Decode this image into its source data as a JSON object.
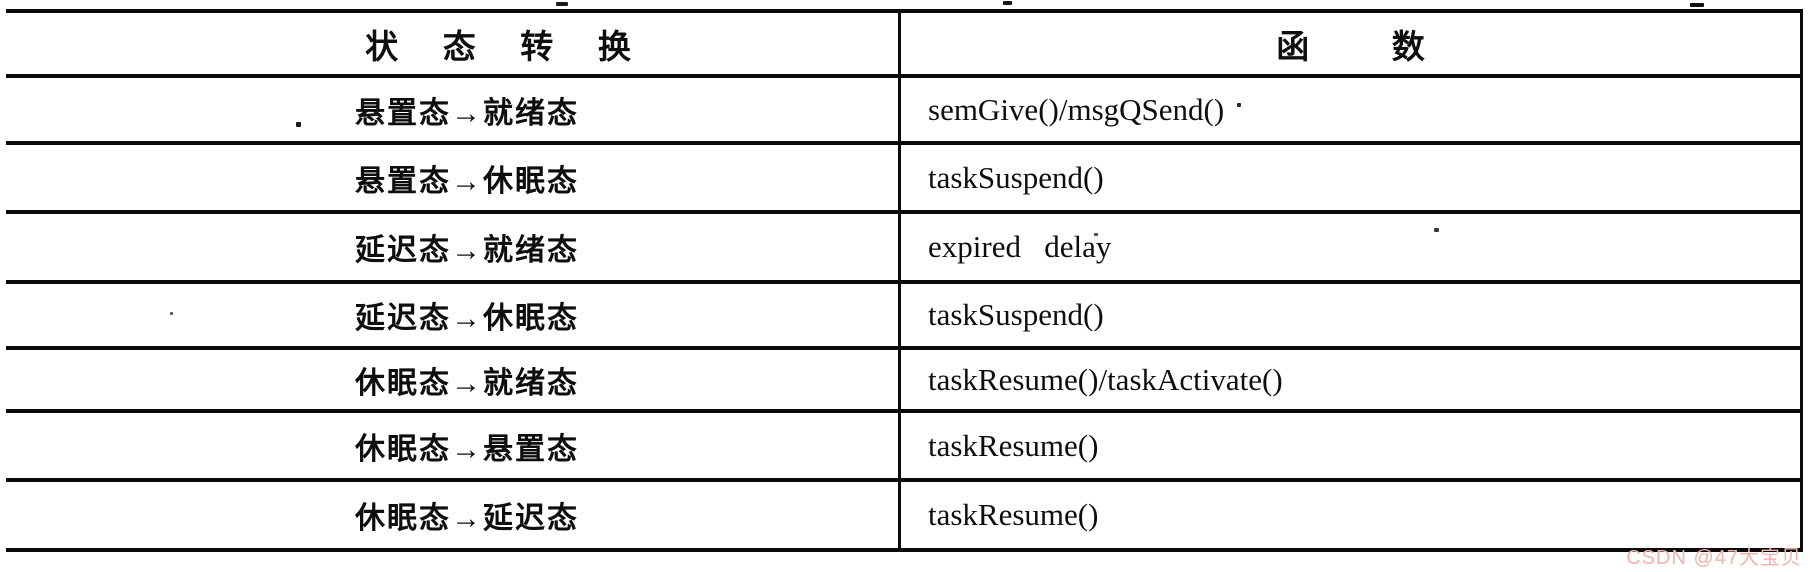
{
  "table": {
    "columns": [
      {
        "label": "状态转换"
      },
      {
        "label": "函数"
      }
    ],
    "rows": [
      {
        "transition": "悬置态→就绪态",
        "func": "semGive()/msgQSend()"
      },
      {
        "transition": "悬置态→休眠态",
        "func": "taskSuspend()"
      },
      {
        "transition": "延迟态→就绪态",
        "func": "expired   delay"
      },
      {
        "transition": "延迟态→休眠态",
        "func": "taskSuspend()"
      },
      {
        "transition": "休眠态→就绪态",
        "func": "taskResume()/taskActivate()"
      },
      {
        "transition": "休眠态→悬置态",
        "func": "taskResume()"
      },
      {
        "transition": "休眠态→延迟态",
        "func": "taskResume()"
      }
    ]
  },
  "watermark": {
    "text": "CSDN @47大宝贝"
  },
  "colors": {
    "border": "#0b0b0b",
    "text": "#0e0e0e",
    "watermark": "#f2b3ab"
  }
}
